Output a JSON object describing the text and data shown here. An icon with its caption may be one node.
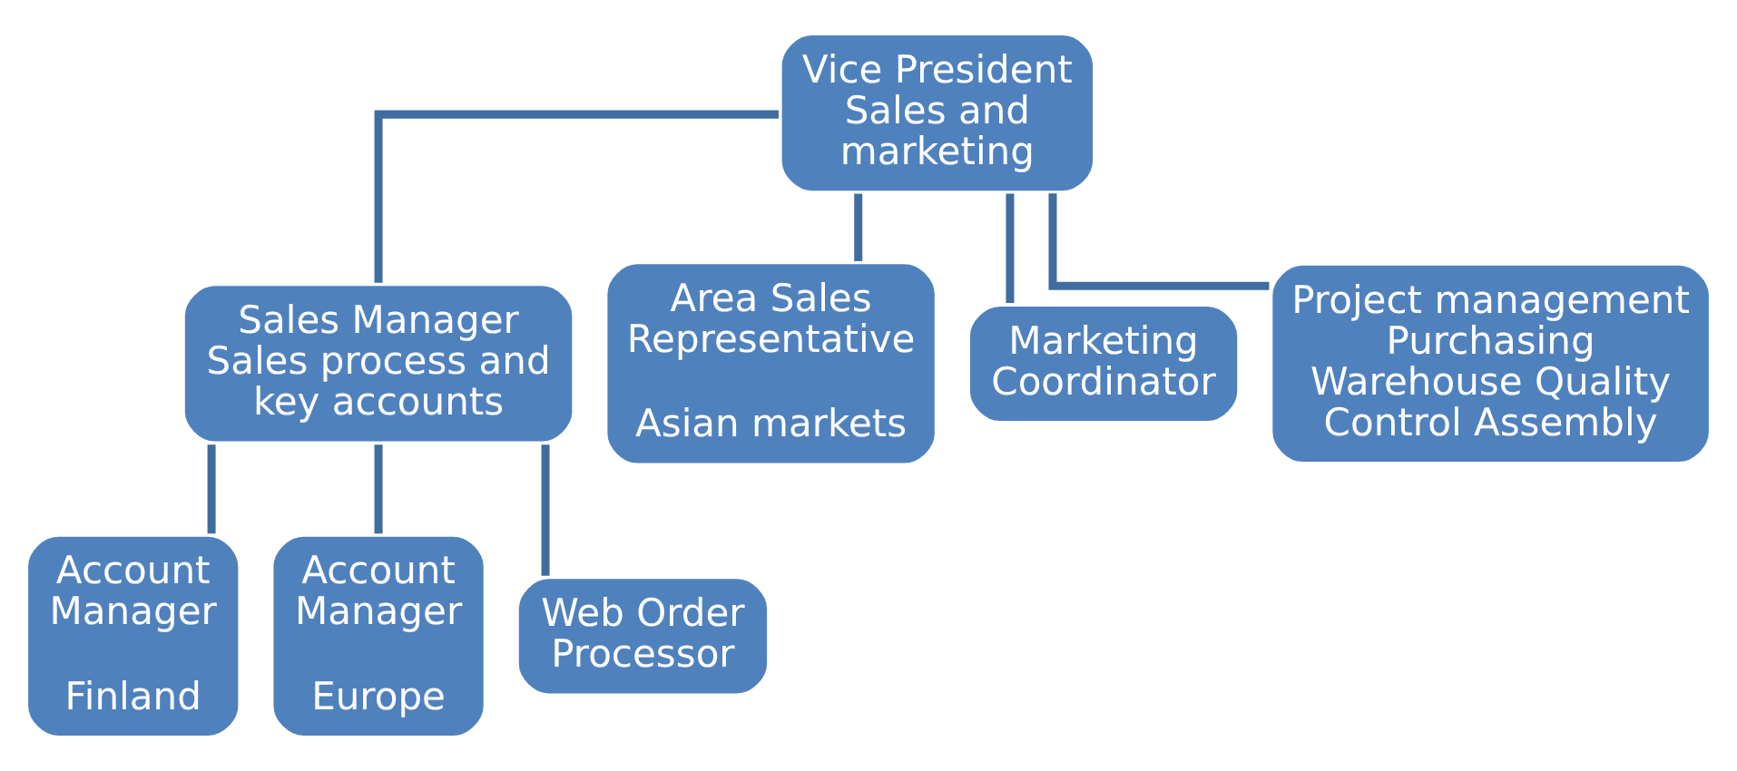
{
  "diagram": {
    "nodes": [
      {
        "text": [
          "Vice President Sales and marketing"
        ]
      },
      {
        "text": [
          "Sales Manager",
          "Sales process and key accounts"
        ]
      },
      {
        "text": [
          "Area Sales Representative",
          "Asian markets"
        ]
      },
      {
        "text": [
          "Marketing Coordinator"
        ]
      },
      {
        "text": [
          "Project management Purchasing Warehouse Quality Control Assembly"
        ]
      },
      {
        "text": [
          "Account Manager",
          "Finland"
        ]
      },
      {
        "text": [
          "Account Manager",
          "Europe"
        ]
      },
      {
        "text": [
          "Web Order Processor"
        ]
      }
    ],
    "edges": [
      {
        "from": 0,
        "to": 1,
        "arrow": "none"
      },
      {
        "from": 0,
        "to": 2,
        "arrow": "none"
      },
      {
        "from": 0,
        "to": 3,
        "arrow": "none"
      },
      {
        "from": 0,
        "to": 4,
        "arrow": "none"
      },
      {
        "from": 1,
        "to": 5,
        "arrow": "none"
      },
      {
        "from": 1,
        "to": 6,
        "arrow": "none"
      },
      {
        "from": 1,
        "to": 7,
        "arrow": "none"
      }
    ]
  }
}
